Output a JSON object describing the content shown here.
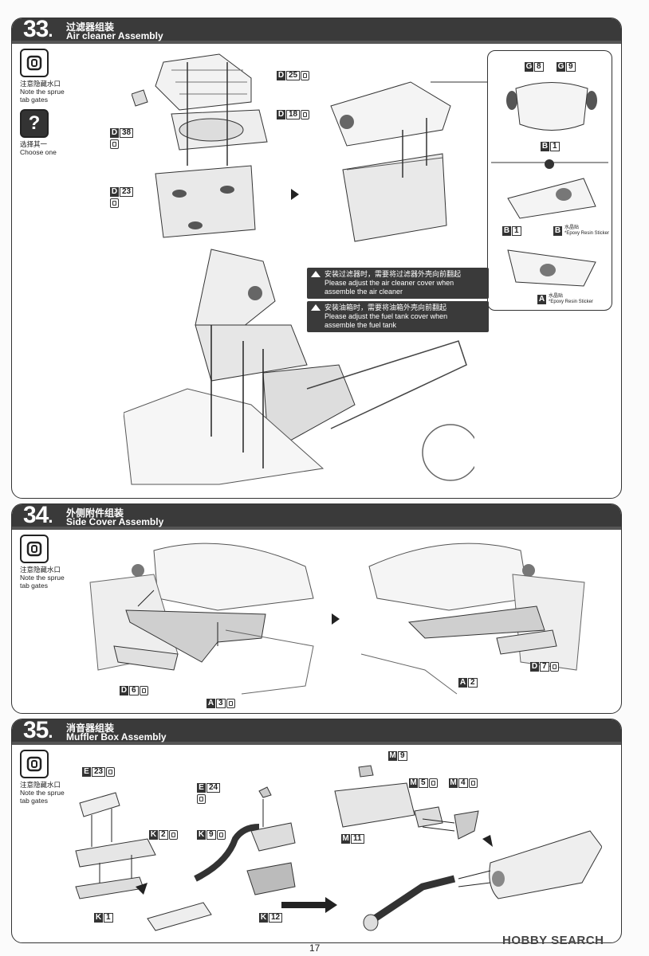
{
  "steps": [
    {
      "number": "33",
      "title_zh": "过滤器组装",
      "title_en": "Air cleaner Assembly",
      "notes": [
        {
          "icon": "sprue-gate-icon",
          "zh": "注意隐藏水口",
          "en_line1": "Note the sprue",
          "en_line2": "tab gates"
        },
        {
          "icon": "question-icon",
          "zh": "选择其一",
          "en_line1": "Choose one",
          "en_line2": ""
        }
      ],
      "parts": {
        "d25": {
          "letter": "D",
          "num": "25"
        },
        "d18": {
          "letter": "D",
          "num": "18"
        },
        "d38": {
          "letter": "D",
          "num": "38"
        },
        "d23": {
          "letter": "D",
          "num": "23"
        },
        "g8": {
          "letter": "G",
          "num": "8"
        },
        "g9": {
          "letter": "G",
          "num": "9"
        },
        "b1_top": {
          "letter": "B",
          "num": "1"
        },
        "b1_left": {
          "letter": "B",
          "num": "1"
        },
        "b_sticker": {
          "letter": "B"
        },
        "a_sticker": {
          "letter": "A"
        }
      },
      "sticker_zh": "水晶贴",
      "sticker_en": "*Epoxy Resin Sticker",
      "callouts": [
        {
          "zh": "安装过滤器时，需要将过滤器外壳向前翻起",
          "en_line1": "Please adjust the air cleaner cover when",
          "en_line2": "assemble the air cleaner"
        },
        {
          "zh": "安装油箱时，需要将油箱外壳向前翻起",
          "en_line1": "Please adjust the fuel tank cover when",
          "en_line2": "assemble the fuel tank"
        }
      ]
    },
    {
      "number": "34",
      "title_zh": "外侧附件组装",
      "title_en": "Side Cover Assembly",
      "notes": [
        {
          "icon": "sprue-gate-icon",
          "zh": "注意隐藏水口",
          "en_line1": "Note the sprue",
          "en_line2": "tab gates"
        }
      ],
      "parts": {
        "d6": {
          "letter": "D",
          "num": "6"
        },
        "a3": {
          "letter": "A",
          "num": "3"
        },
        "a2": {
          "letter": "A",
          "num": "2"
        },
        "d7": {
          "letter": "D",
          "num": "7"
        }
      }
    },
    {
      "number": "35",
      "title_zh": "消音器组装",
      "title_en": "Muffler Box Assembly",
      "notes": [
        {
          "icon": "sprue-gate-icon",
          "zh": "注意隐藏水口",
          "en_line1": "Note the sprue",
          "en_line2": "tab gates"
        }
      ],
      "parts": {
        "e23": {
          "letter": "E",
          "num": "23"
        },
        "e24": {
          "letter": "E",
          "num": "24"
        },
        "k2": {
          "letter": "K",
          "num": "2"
        },
        "k9": {
          "letter": "K",
          "num": "9"
        },
        "k1": {
          "letter": "K",
          "num": "1"
        },
        "k12": {
          "letter": "K",
          "num": "12"
        },
        "m9": {
          "letter": "M",
          "num": "9"
        },
        "m5": {
          "letter": "M",
          "num": "5"
        },
        "m4": {
          "letter": "M",
          "num": "4"
        },
        "m11": {
          "letter": "M",
          "num": "11"
        }
      }
    }
  ],
  "page_number": "17",
  "watermark": "HOBBY SEARCH"
}
